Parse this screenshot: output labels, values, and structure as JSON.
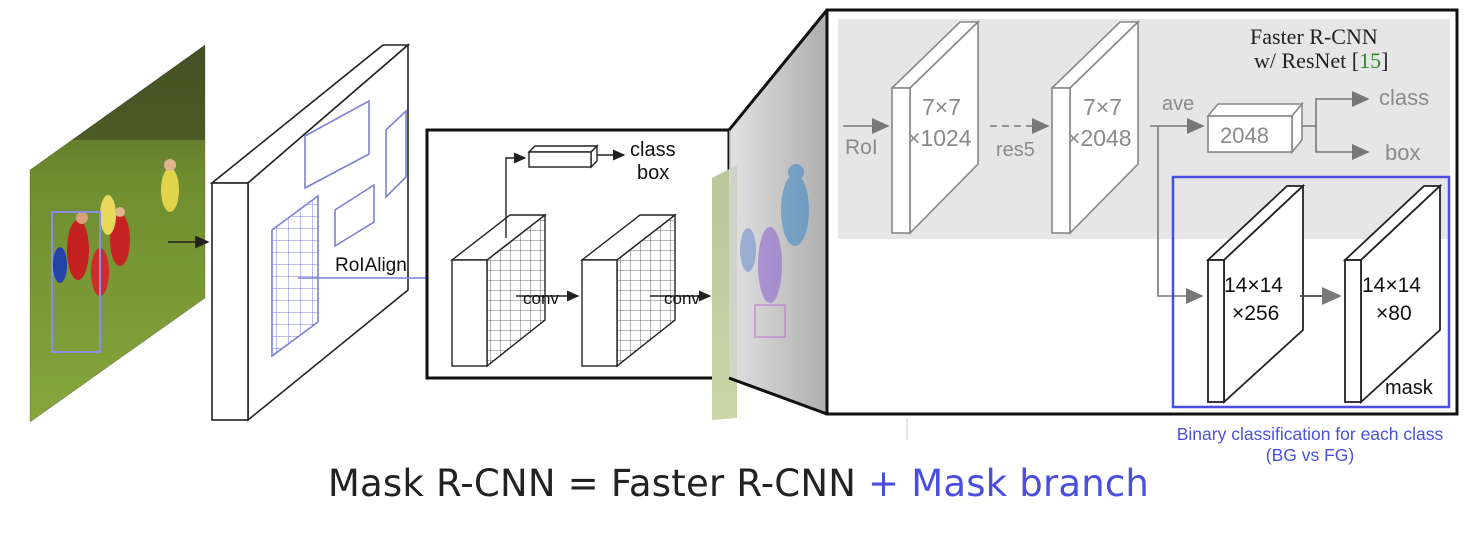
{
  "labels": {
    "roialign": "RoIAlign",
    "class": "class",
    "box": "box",
    "conv1": "conv",
    "conv2": "conv"
  },
  "inset": {
    "title_line1": "Faster R-CNN",
    "title_line2_prefix": "w/ ResNet [",
    "title_ref": "15",
    "title_line2_suffix": "]",
    "roi": "RoI",
    "block1_line1": "7×7",
    "block1_line2": "×1024",
    "res5": "res5",
    "block2_line1": "7×7",
    "block2_line2": "×2048",
    "ave": "ave",
    "vec": "2048",
    "class": "class",
    "box": "box",
    "mask1_line1": "14×14",
    "mask1_line2": "×256",
    "mask2_line1": "14×14",
    "mask2_line2": "×80",
    "mask": "mask"
  },
  "formula": {
    "base": "Mask R-CNN = Faster R-CNN ",
    "accent": "+ Mask branch"
  },
  "caption": {
    "line1": "Binary classification for each class",
    "line2": "(BG vs FG)"
  },
  "colors": {
    "accent": "#4a4ee0",
    "roi_grid": "#7c80d8",
    "inset_bg": "#e6e6e6",
    "ref_green": "#2e8b2e"
  }
}
